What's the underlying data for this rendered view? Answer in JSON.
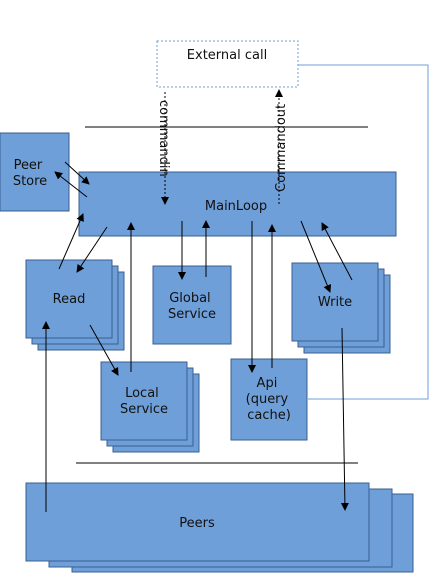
{
  "labels": {
    "external_call": "External call",
    "commandin": "commandin",
    "commandout": "Commandout",
    "peer_store": [
      "Peer",
      "Store"
    ],
    "mainloop": "MainLoop",
    "read": "Read",
    "global_service": [
      "Global",
      "Service"
    ],
    "write": "Write",
    "local_service": [
      "Local",
      "Service"
    ],
    "api": [
      "Api",
      "(query",
      "cache)"
    ],
    "peers": "Peers"
  },
  "colors": {
    "box_fill": "#6f9fd8",
    "box_stroke": "#3a5f8f"
  }
}
